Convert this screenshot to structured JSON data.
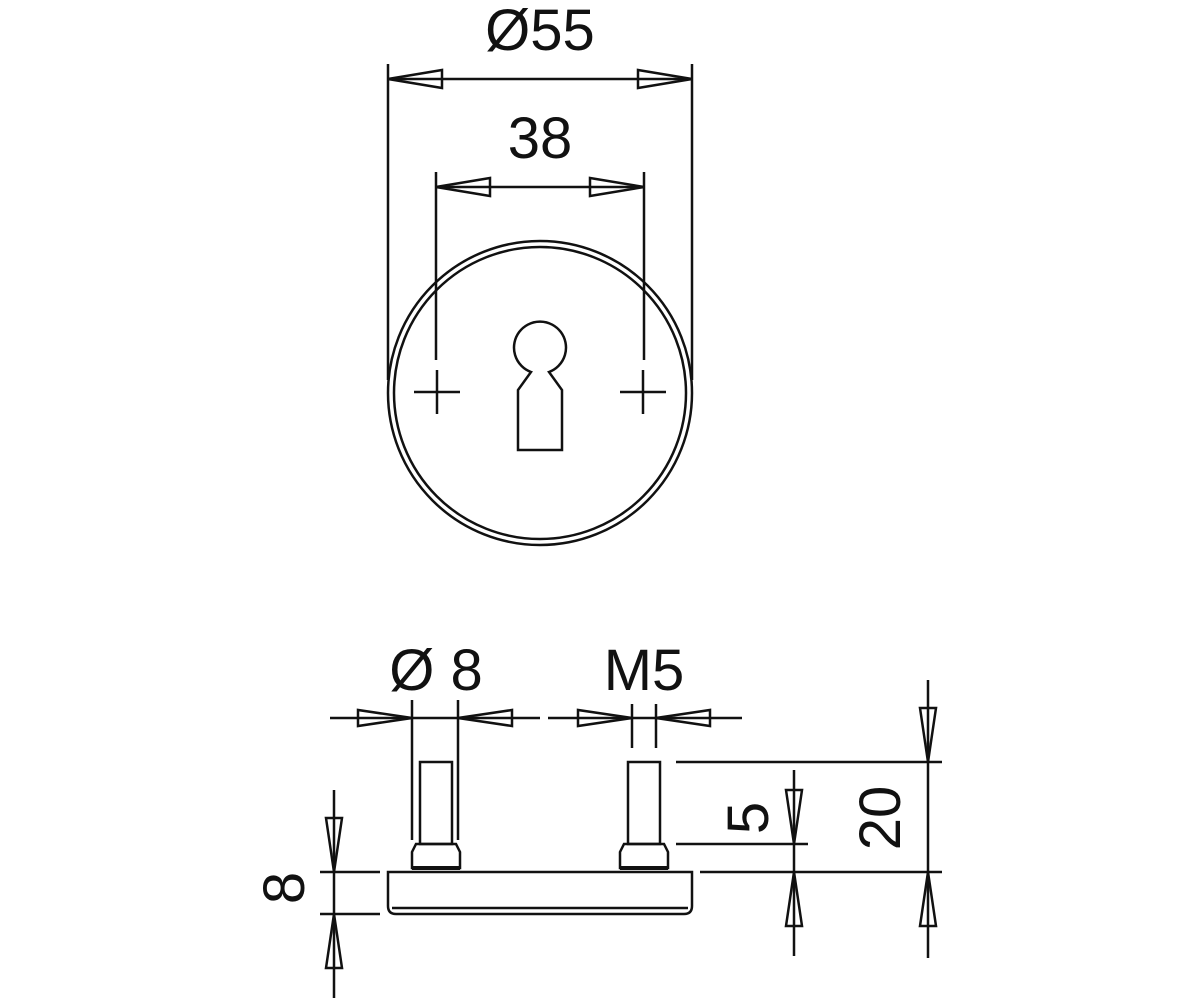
{
  "colors": {
    "line": "#111111",
    "background": "#ffffff"
  },
  "top_view": {
    "outer_diameter_label": "Ø55",
    "hole_spacing_label": "38"
  },
  "side_view": {
    "pin_diameter_label": "Ø 8",
    "thread_label": "M5",
    "plate_thickness_label": "8",
    "thread_length_label": "5",
    "total_height_label": "20"
  }
}
